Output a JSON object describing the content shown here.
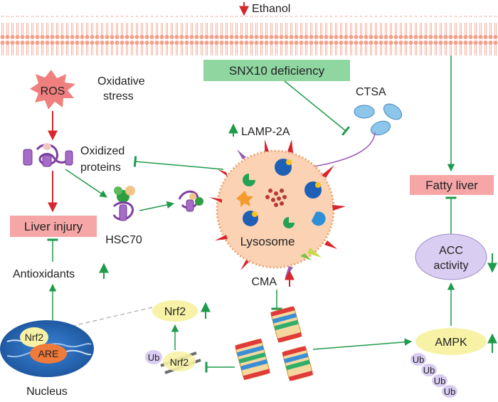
{
  "labels": {
    "ethanol": "Ethanol",
    "snx10": "SNX10 deficiency",
    "ctsa": "CTSA",
    "ros": "ROS",
    "oxidative_line1": "Oxidative",
    "oxidative_line2": "stress",
    "lamp2a": "LAMP-2A",
    "oxidized_line1": "Oxidized",
    "oxidized_line2": "proteins",
    "fatty_liver": "Fatty liver",
    "liver_injury": "Liver injury",
    "hsc70": "HSC70",
    "lysosome": "Lysosome",
    "acc_line1": "ACC",
    "acc_line2": "activity",
    "antioxidants": "Antioxidants",
    "cma": "CMA",
    "nrf2_top": "Nrf2",
    "nrf2_nucleus": "Nrf2",
    "are": "ARE",
    "nucleus": "Nucleus",
    "ub": "Ub",
    "nrf2_ub": "Nrf2",
    "ampk": "AMPK",
    "ub1": "Ub",
    "ub2": "Ub",
    "ub3": "Ub",
    "ub4": "Ub"
  },
  "colors": {
    "green_box": "#8fd6a0",
    "pink_box": "#f6a6a6",
    "ros_star": "#f07f7f",
    "lysosome_fill": "#fbd2b4",
    "lysosome_stroke": "#e9a36c",
    "arrow_green": "#1f9a4a",
    "arrow_red": "#d8262c",
    "arrow_purple": "#9b59b6",
    "lavender": "#d9cdf2",
    "ampk_yellow": "#f7f2a6",
    "nucleus_blue": "#2b6fc1"
  }
}
